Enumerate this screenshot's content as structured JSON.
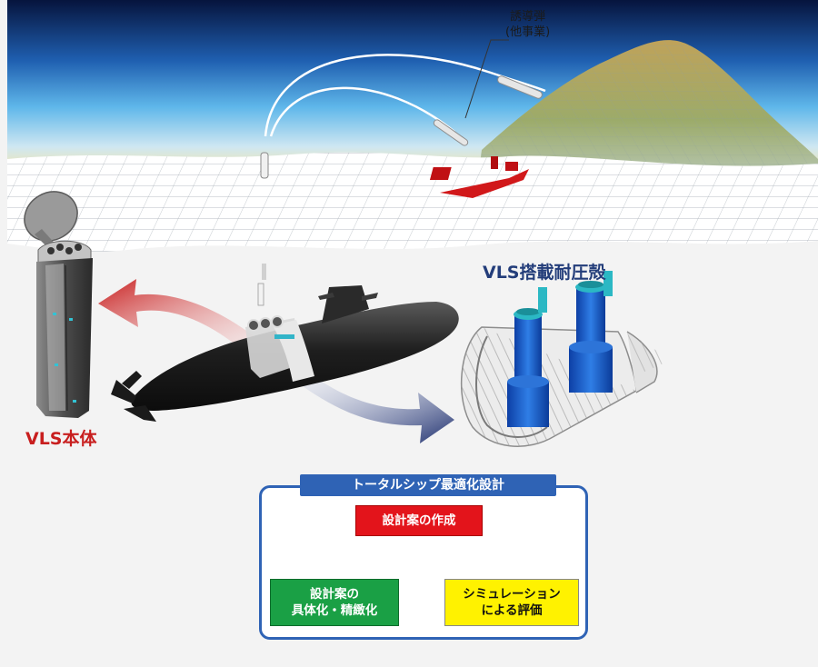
{
  "labels": {
    "missile_line1": "誘導弾",
    "missile_line2": "(他事業)",
    "vls_hull": "VLS搭載耐圧殻",
    "vls_body": "VLS本体"
  },
  "design_loop": {
    "title": "トータルシップ最適化設計",
    "step_create": "設計案の作成",
    "step_sim_line1": "シミュレーション",
    "step_sim_line2": "による評価",
    "step_detail_line1": "設計案の",
    "step_detail_line2": "具体化・精緻化"
  },
  "colors": {
    "sky_top": "#0a1f52",
    "sky_mid": "#2f8fd6",
    "horizon": "#f6e6a6",
    "ship": "#d1181a",
    "frame": "#2f63b5",
    "arrow_red": "#c81e1e",
    "arrow_navy": "#1e2f6e"
  }
}
